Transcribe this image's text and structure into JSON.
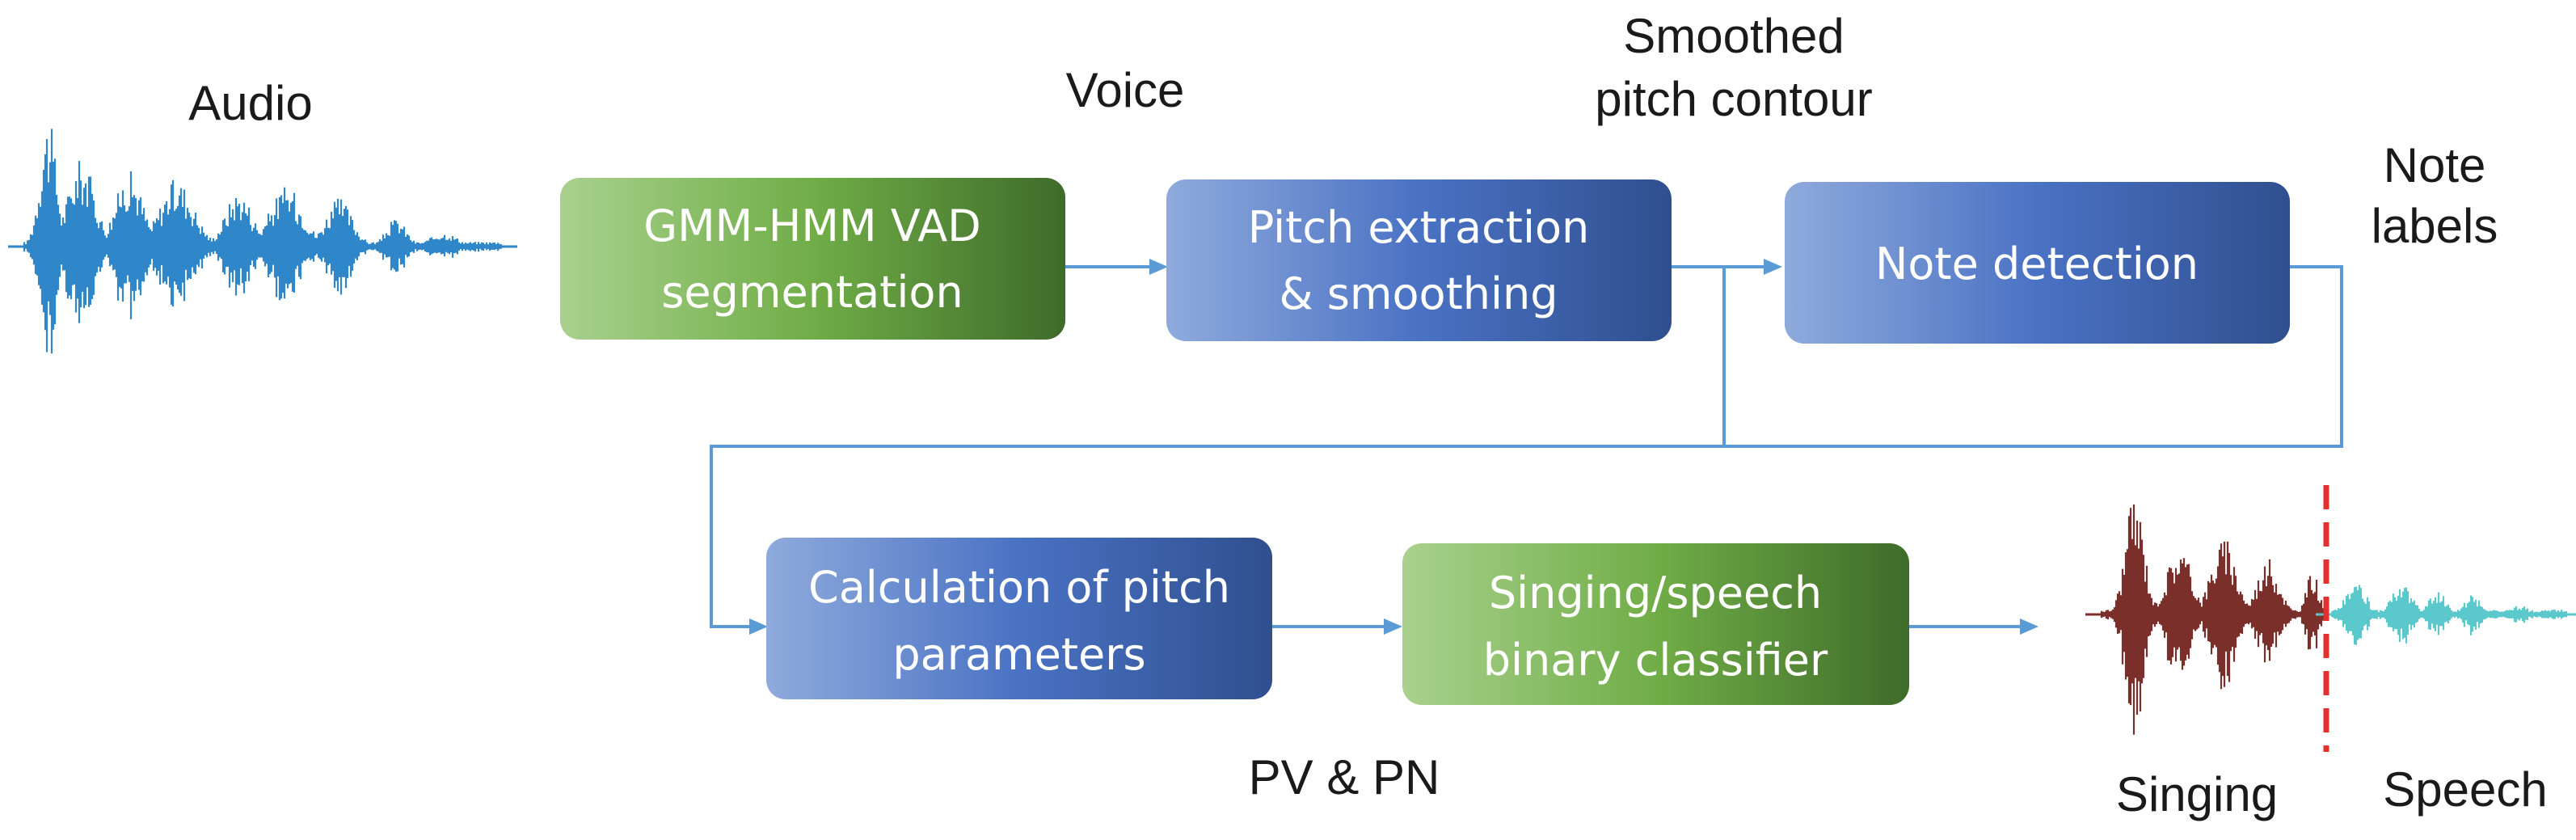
{
  "labels": {
    "audio": "Audio",
    "voice": "Voice",
    "smoothed_line1": "Smoothed",
    "smoothed_line2": "pitch contour",
    "note_line1": "Note",
    "note_line2": "labels",
    "pv_pn": "PV & PN",
    "singing": "Singing",
    "speech": "Speech"
  },
  "boxes": {
    "vad": {
      "line1": "GMM-HMM VAD",
      "line2": "segmentation"
    },
    "pitch": {
      "line1": "Pitch extraction",
      "line2": "& smoothing"
    },
    "note": {
      "line1": "Note detection"
    },
    "calc": {
      "line1": "Calculation of pitch",
      "line2": "parameters"
    },
    "classifier": {
      "line1": "Singing/speech",
      "line2": "binary classifier"
    }
  },
  "colors": {
    "blue_start": "#8faadc",
    "blue_end": "#2f4f8f",
    "green_start": "#a9d18e",
    "green_mid": "#70ad47",
    "green_end": "#3f6b2a",
    "connector": "#5b9bd5",
    "audio_wave": "#2f86c8",
    "singing_wave": "#7b2f2a",
    "speech_wave": "#5bc8cc",
    "divider": "#e03030"
  }
}
